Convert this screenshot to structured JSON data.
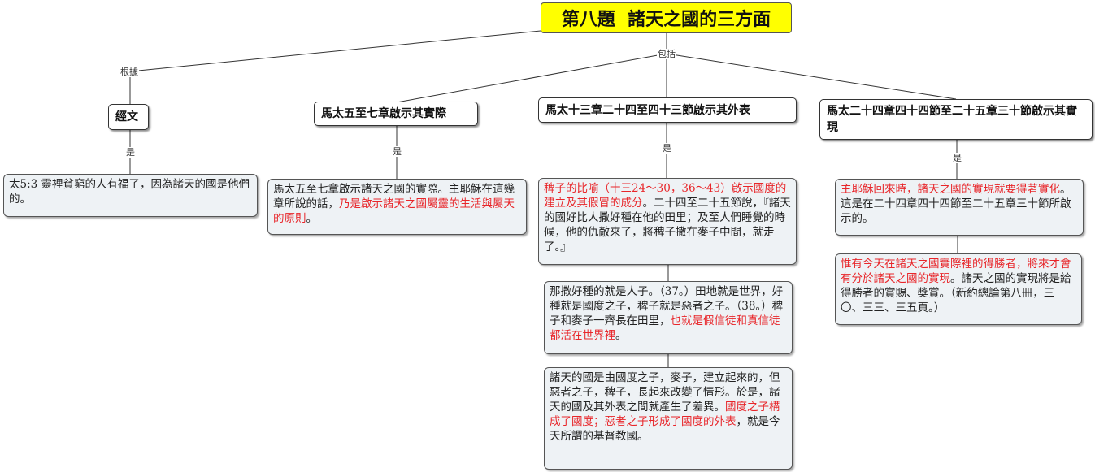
{
  "root": {
    "title": "第八題  諸天之國的三方面"
  },
  "connectors": {
    "basis": "根據",
    "includes": "包括",
    "is": "是"
  },
  "branches": [
    {
      "title": "經文",
      "notes": [
        [
          {
            "t": "太5:3  靈裡貧窮的人有福了，因為諸天的國是他們的。",
            "red": false
          }
        ]
      ]
    },
    {
      "title": "馬太五至七章啟示其實際",
      "notes": [
        [
          {
            "t": "馬太五至七章啟示諸天之國的實際。主耶穌在這幾章所說的話，",
            "red": false
          },
          {
            "t": "乃是啟示諸天之國屬靈的生活與屬天的原則",
            "red": true
          },
          {
            "t": "。",
            "red": false
          }
        ]
      ]
    },
    {
      "title": "馬太十三章二十四至四十三節啟示其外表",
      "notes": [
        [
          {
            "t": "稗子的比喻（十三24～30，36～43）啟示國度的建立及其假冒的成分",
            "red": true
          },
          {
            "t": "。二十四至二十五節說，『諸天的國好比人撒好種在他的田里；及至人們睡覺的時候，他的仇敵來了，將稗子撒在麥子中間，就走了。』",
            "red": false
          }
        ],
        [
          {
            "t": "那撒好種的就是人子。（37。）田地就是世界，好種就是國度之子，稗子就是惡者之子。（38。）稗子和麥子一齊長在田里，",
            "red": false
          },
          {
            "t": "也就是假信徒和真信徒都活在世界裡",
            "red": true
          },
          {
            "t": "。",
            "red": false
          }
        ],
        [
          {
            "t": "諸天的國是由國度之子，麥子，建立起來的，但惡者之子，稗子，長起來改變了情形。於是，諸天的國及其外表之間就產生了差異。",
            "red": false
          },
          {
            "t": "國度之子構成了國度；惡者之子形成了國度的外表",
            "red": true
          },
          {
            "t": "，就是今天所謂的基督教國。",
            "red": false
          }
        ]
      ]
    },
    {
      "title": "馬太二十四章四十四節至二十五章三十節啟示其實現",
      "notes": [
        [
          {
            "t": "主耶穌回來時，諸天之國的實現就要得著實化",
            "red": true
          },
          {
            "t": "。這是在二十四章四十四節至二十五章三十節所啟示的。",
            "red": false
          }
        ],
        [
          {
            "t": "惟有今天在諸天之國實際裡的得勝者，將來才會有分於諸天之國的實現",
            "red": true
          },
          {
            "t": "。諸天之國的實現將是給得勝者的賞賜、獎賞。（新約總論第八冊，三〇、三三、三五頁。）",
            "red": false
          }
        ]
      ]
    }
  ]
}
